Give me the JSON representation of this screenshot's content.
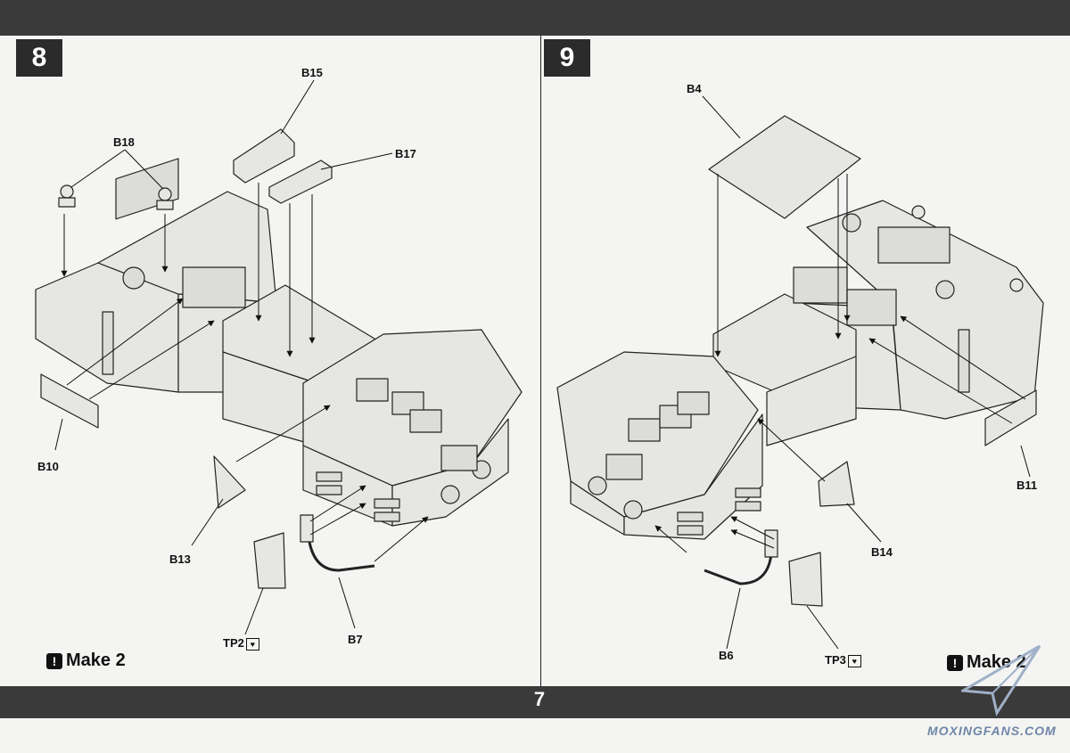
{
  "page_number": "7",
  "steps": [
    {
      "number": "8",
      "note": "Make 2",
      "labels": {
        "b15": "B15",
        "b17": "B17",
        "b18": "B18",
        "b10": "B10",
        "b13": "B13",
        "tp2": "TP2",
        "b7": "B7"
      }
    },
    {
      "number": "9",
      "note": "Make 2",
      "labels": {
        "b4": "B4",
        "b11": "B11",
        "b14": "B14",
        "b6": "B6",
        "tp3": "TP3"
      }
    }
  ],
  "watermark": "MOXINGFANS.COM",
  "colors": {
    "band": "#3a3a3a",
    "part_fill": "#e6e6e3",
    "line": "#222222",
    "watermark": "#6f86a8"
  },
  "icons": {
    "warning": "exclamation-icon",
    "photo_etch": "heart-part-icon"
  }
}
